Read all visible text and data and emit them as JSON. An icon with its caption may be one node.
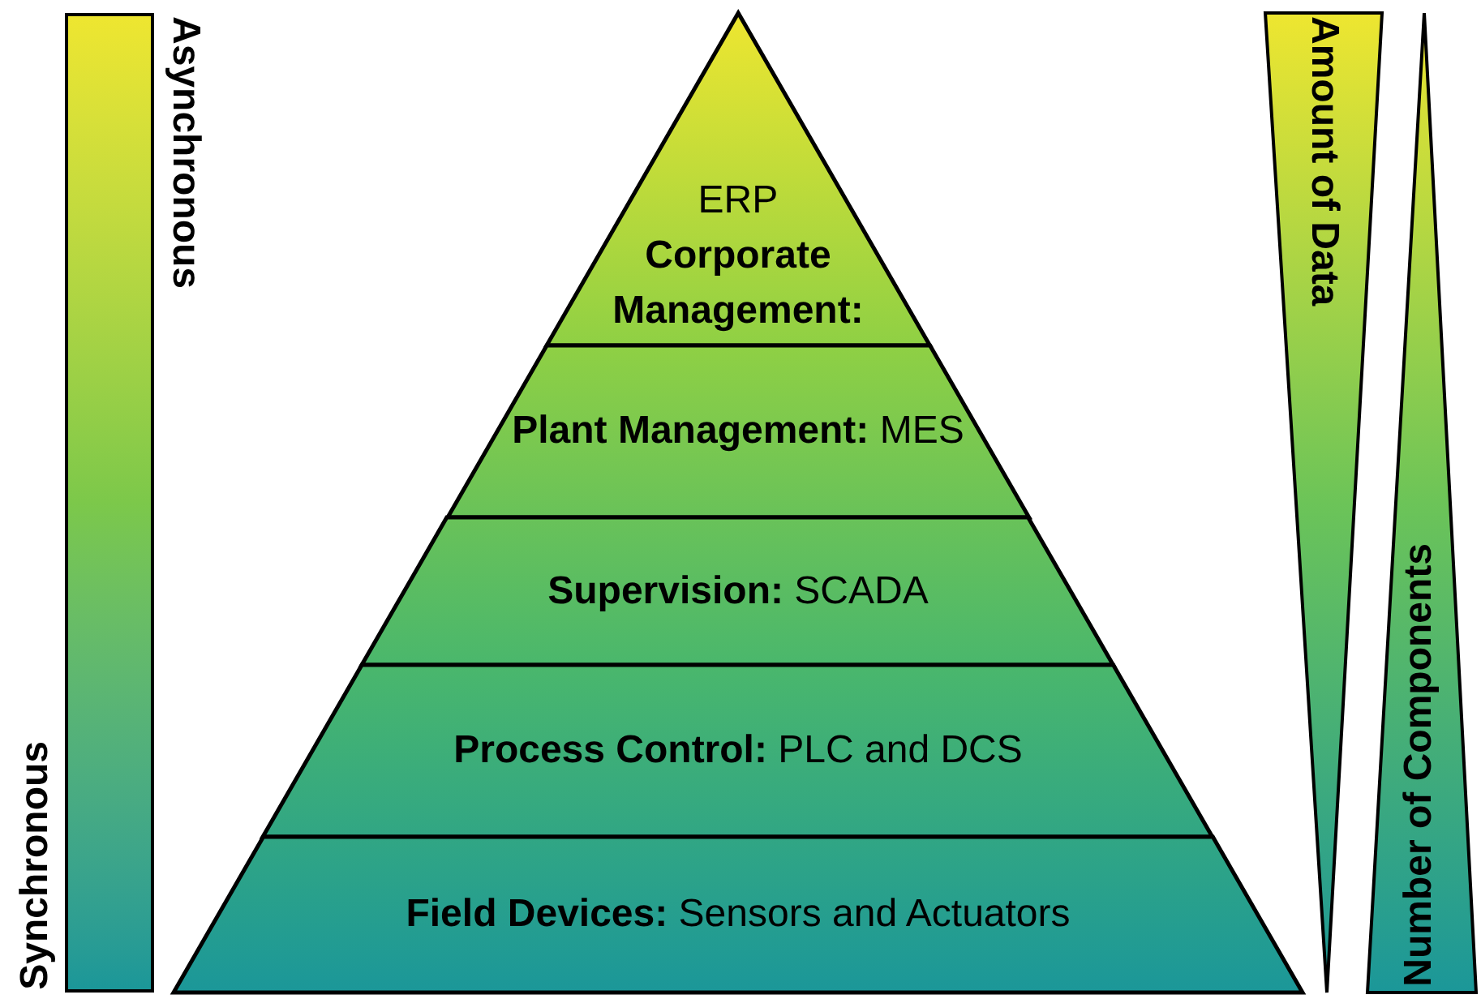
{
  "diagram": {
    "nodes": [
      {
        "text": [
          "Asynchronous",
          "Synchronous"
        ]
      },
      {
        "text": [
          "ERP",
          "**Corporate Management:**"
        ]
      },
      {
        "text": [
          "**Plant Management:** MES"
        ]
      },
      {
        "text": [
          "**Supervision:** SCADA"
        ]
      },
      {
        "text": [
          "**Process Control:** PLC and DCS"
        ]
      },
      {
        "text": [
          "**Field Devices:** Sensors and Actuators"
        ]
      },
      {
        "text": [
          "Amount of Data"
        ]
      },
      {
        "text": [
          "Number of Components"
        ]
      }
    ],
    "edges": []
  }
}
